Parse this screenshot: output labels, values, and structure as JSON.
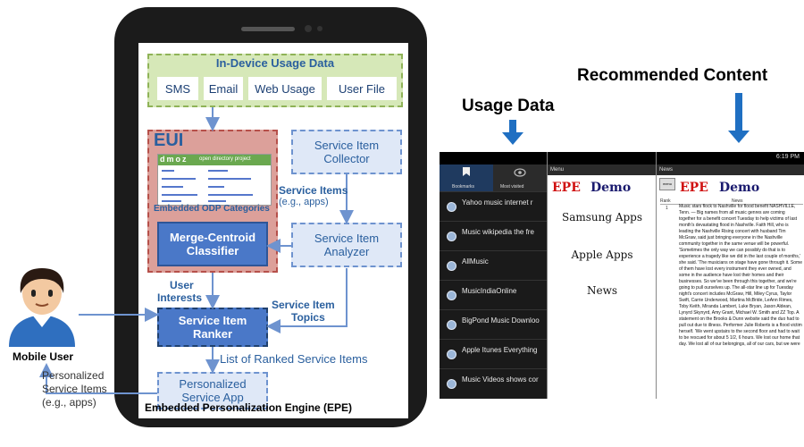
{
  "headers": {
    "usage": "Usage Data",
    "recommended": "Recommended Content"
  },
  "usage_data": {
    "title": "In-Device Usage Data",
    "items": [
      "SMS",
      "Email",
      "Web Usage",
      "User File"
    ]
  },
  "eui": {
    "title": "EUI",
    "odp_brand": "dmoz",
    "odp_tagline": "open directory project",
    "embedded_label": "Embedded ODP Categories"
  },
  "boxes": {
    "collector": "Service Item Collector",
    "analyzer": "Service Item Analyzer",
    "classifier": "Merge-Centroid Classifier",
    "ranker": "Service Item Ranker",
    "service_app": "Personalized Service App"
  },
  "labels": {
    "service_items": "Service Items",
    "service_items_eg": "(e.g., apps)",
    "user_interests_1": "User",
    "user_interests_2": "Interests",
    "topics_1": "Service Item",
    "topics_2": "Topics",
    "ranked_list": "List of Ranked Service Items",
    "mobile_user": "Mobile User",
    "personalized_1": "Personalized",
    "personalized_2": "Service Items",
    "personalized_3": "(e.g., apps)",
    "engine": "Embedded Personalization Engine (EPE)"
  },
  "screen_usage": {
    "tabs": [
      "Bookmarks",
      "Most visited"
    ],
    "rows": [
      "Yahoo music internet r",
      "Music wikipedia the fre",
      "AllMusic",
      "MusicIndiaOnline",
      "BigPond Music Downloo",
      "Apple Itunes Everything",
      "Music Videos shows cor"
    ]
  },
  "screen_menu": {
    "header": "Menu",
    "logo_a": "EPE",
    "logo_b": "Demo",
    "items": [
      "Samsung Apps",
      "Apple Apps",
      "News"
    ]
  },
  "screen_news": {
    "header": "News",
    "logo_a": "EPE",
    "logo_b": "Demo",
    "menu_btn": "menu",
    "col_rank": "Rank",
    "col_news": "News",
    "rank": "1",
    "time": "6:19 PM",
    "body": "Music stars flock to Nashville for flood benefit NASHVILLE, Tenn. — Big names from all music genres are coming together for a benefit concert Tuesday to help victims of last month's devastating flood in Nashville. Faith Hill, who is leading the Nashville Rising concert with husband Tim McGraw, said just bringing everyone in the Nashville community together in the same venue will be powerful. 'Sometimes the only way we can possibly do that is to experience a tragedy like we did in the last couple of months,' she said. 'The musicians on stage have gone through it. Some of them have lost every instrument they ever owned, and some in the audience have lost their homes and their businesses. So we've been through this together, and we're going to pull ourselves up. The all-star line up for Tuesday night's concert includes McGraw, Hill, Miley Cyrus, Taylor Swift, Carrie Underwood, Martina McBride, LeAnn Rimes, Toby Keith, Miranda Lambert, Luke Bryan, Jason Aldean, Lynyrd Skynyrd, Amy Grant, Michael W. Smith and ZZ Top. A statement on the Brooks & Dunn website said the duo had to pull out due to illness. Performer Julie Roberts is a flood victim herself. 'We went upstairs to the second floor and had to wait to be rescued for about 5 1/2, 6 hours. We lost our home that day. We lost all of our belongings, all of our cars, but we were"
  },
  "colors": {
    "accent_blue": "#1f6fc2",
    "epe_red": "#d01010",
    "demo_navy": "#1a1a6e"
  }
}
